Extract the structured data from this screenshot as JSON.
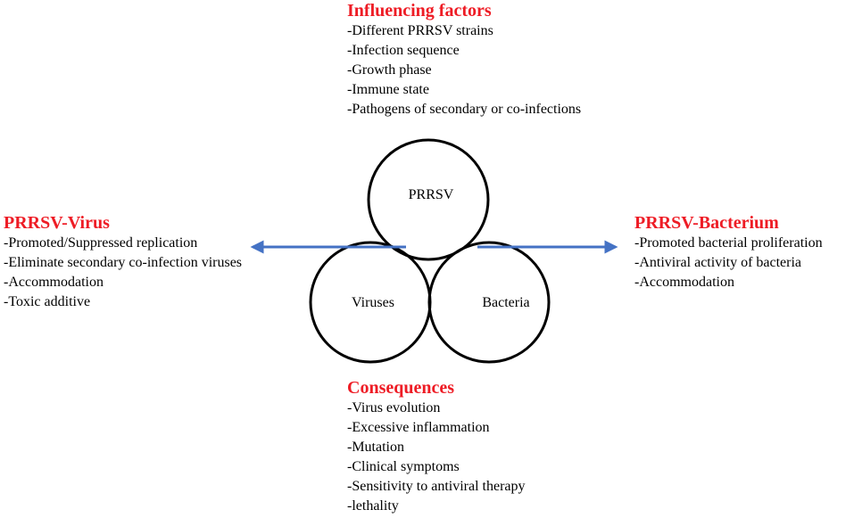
{
  "factors": {
    "title": "Influencing factors",
    "items": [
      "-Different PRRSV strains",
      "-Infection sequence",
      "-Growth phase",
      "-Immune state",
      "-Pathogens of secondary or co-infections"
    ]
  },
  "virus": {
    "title": "PRRSV-Virus",
    "items": [
      "-Promoted/Suppressed replication",
      "-Eliminate secondary co-infection viruses",
      "-Accommodation",
      "-Toxic additive"
    ]
  },
  "bacterium": {
    "title": "PRRSV-Bacterium",
    "items": [
      "-Promoted bacterial proliferation",
      "-Antiviral activity of bacteria",
      "-Accommodation"
    ]
  },
  "consequences": {
    "title": "Consequences",
    "items": [
      "-Virus evolution",
      "-Excessive inflammation",
      "-Mutation",
      "-Clinical symptoms",
      "-Sensitivity to antiviral therapy",
      "-lethality"
    ]
  },
  "circles": {
    "prrsv": "PRRSV",
    "viruses": "Viruses",
    "bacteria": "Bacteria"
  },
  "colors": {
    "heading": "#ee1c25",
    "arrow": "#4472c4",
    "circle_stroke": "#000000"
  }
}
